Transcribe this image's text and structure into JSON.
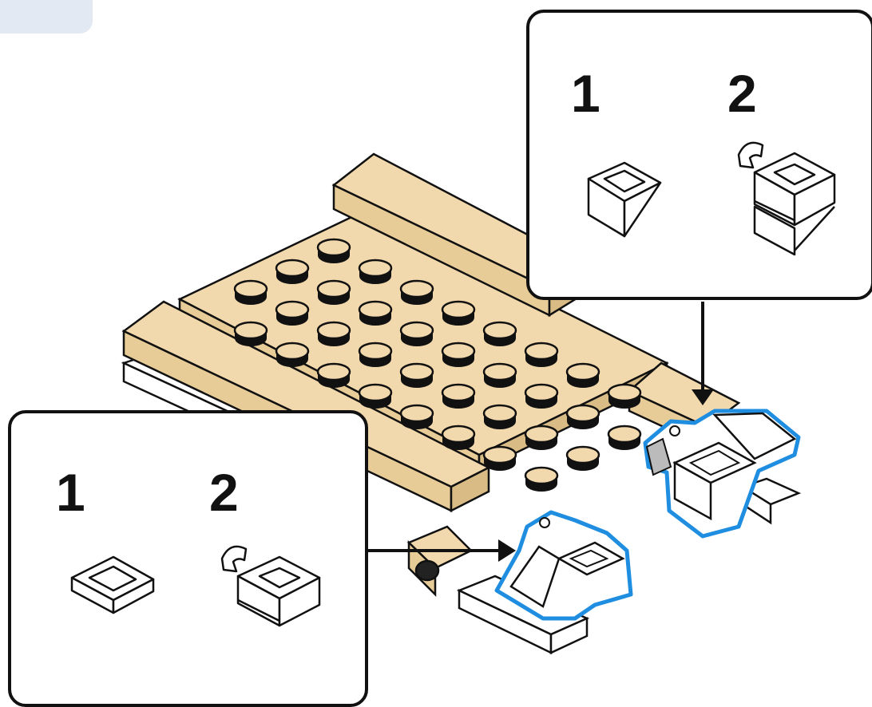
{
  "colors": {
    "tan": "#f2d9ad",
    "tan_dark": "#d9bb86",
    "outline": "#111111",
    "highlight": "#1f8ee0",
    "white": "#ffffff",
    "tab": "#e3e9f2"
  },
  "callout_top": {
    "steps": [
      {
        "number": "1",
        "part_icon": "slope-brick-1x1-icon"
      },
      {
        "number": "2",
        "part_icon": "clip-brick-1x1-icon"
      }
    ]
  },
  "callout_bottom": {
    "steps": [
      {
        "number": "1",
        "part_icon": "slope-plate-1x1-icon"
      },
      {
        "number": "2",
        "part_icon": "clip-brick-1x1-icon"
      }
    ]
  }
}
